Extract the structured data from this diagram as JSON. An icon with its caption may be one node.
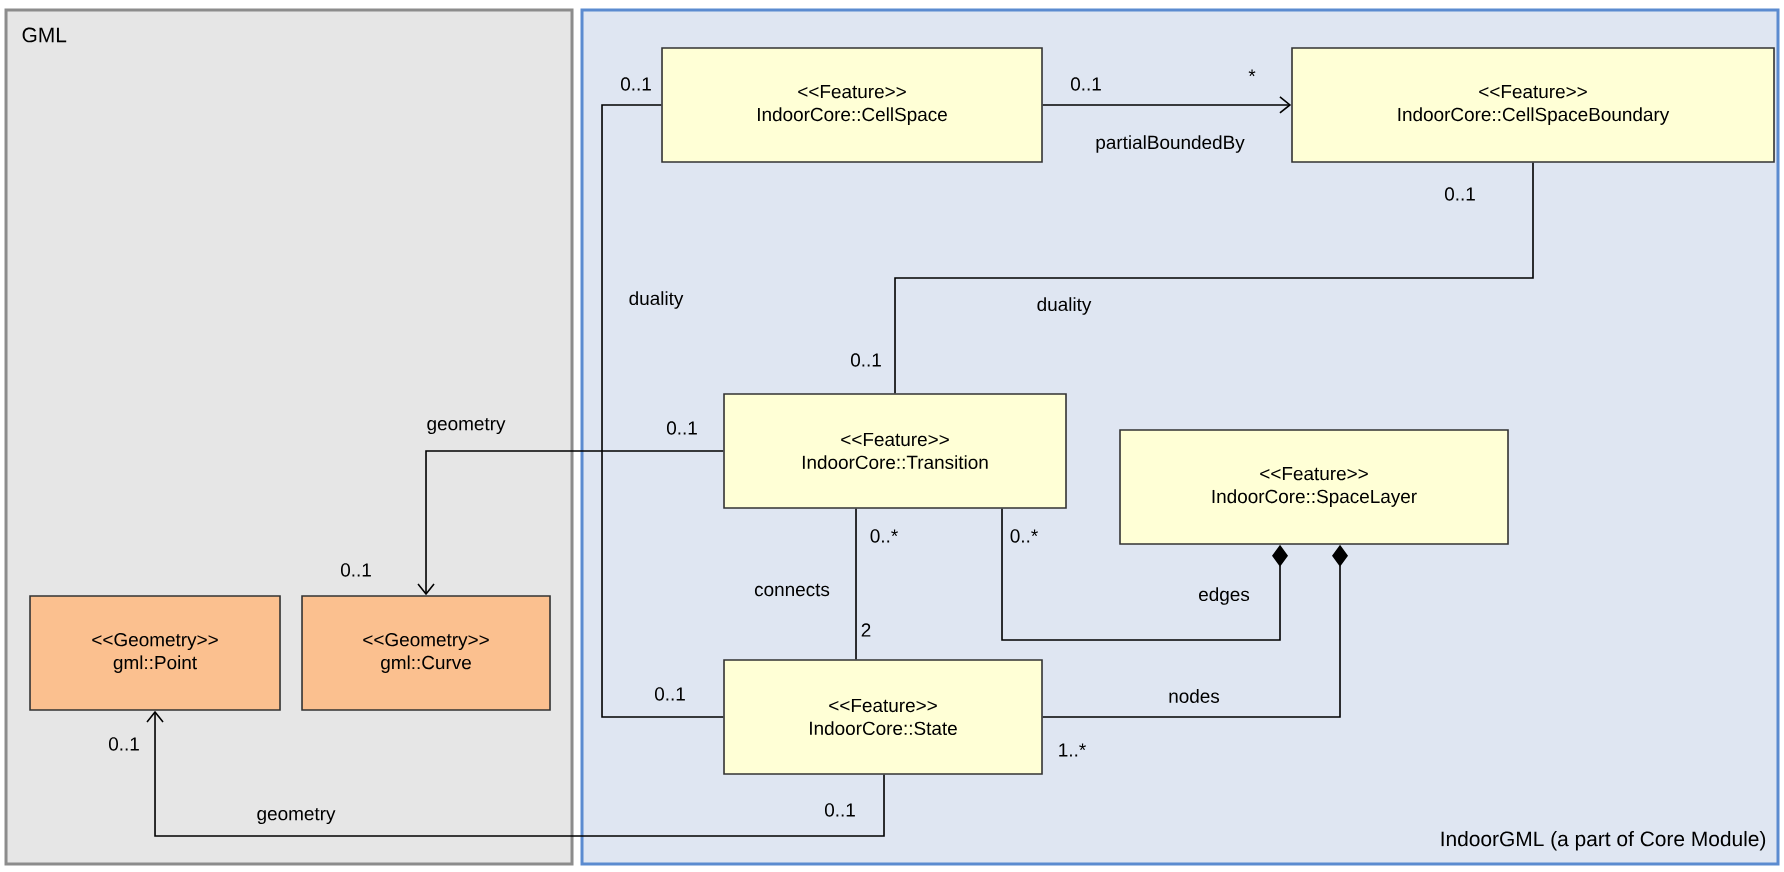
{
  "diagram": {
    "nodes": [
      {
        "text": [
          "GML"
        ]
      },
      {
        "text": [
          "IndoorGML (a part of Core Module)"
        ]
      },
      {
        "text": [
          "<<Geometry>>",
          "gml::Point"
        ],
        "in": 0
      },
      {
        "text": [
          "<<Geometry>>",
          "gml::Curve"
        ],
        "in": 0
      },
      {
        "text": [
          "<<Feature>>",
          "IndoorCore::CellSpace"
        ],
        "in": 1
      },
      {
        "text": [
          "<<Feature>>",
          "IndoorCore::CellSpaceBoundary"
        ],
        "in": 1
      },
      {
        "text": [
          "<<Feature>>",
          "IndoorCore::Transition"
        ],
        "in": 1
      },
      {
        "text": [
          "<<Feature>>",
          "IndoorCore::SpaceLayer"
        ],
        "in": 1
      },
      {
        "text": [
          "<<Feature>>",
          "IndoorCore::State"
        ],
        "in": 1
      }
    ],
    "edges": [
      {
        "from": 4,
        "to": 5,
        "arrow": "to",
        "label": "partialBoundedBy"
      },
      {
        "from": 4,
        "to": 8,
        "arrow": "none",
        "label": "duality"
      },
      {
        "from": 5,
        "to": 6,
        "arrow": "none",
        "label": "duality"
      },
      {
        "from": 6,
        "to": 3,
        "arrow": "to",
        "label": "geometry"
      },
      {
        "from": 6,
        "to": 8,
        "arrow": "none",
        "label": "connects"
      },
      {
        "from": 6,
        "to": 7,
        "arrow": "other",
        "label": "edges"
      },
      {
        "from": 8,
        "to": 7,
        "arrow": "other",
        "label": "nodes"
      },
      {
        "from": 8,
        "to": 2,
        "arrow": "to",
        "label": "geometry"
      }
    ],
    "labels": [
      "0..1",
      "0..1",
      "*",
      "0..1",
      "0..1",
      "0..1",
      "0..1",
      "0..*",
      "0..*",
      "2",
      "0..1",
      "1..*",
      "0..1",
      "0..1"
    ]
  }
}
